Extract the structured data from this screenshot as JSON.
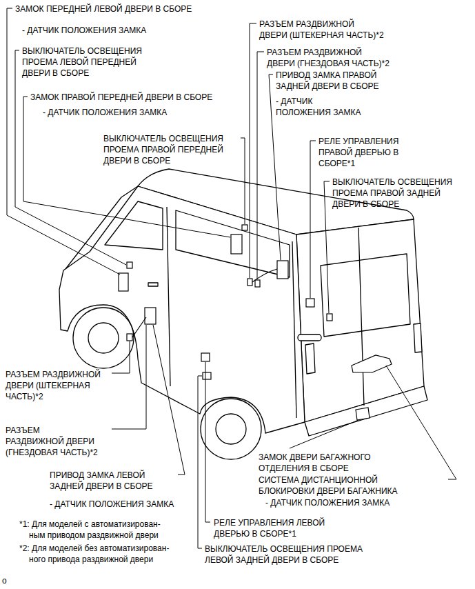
{
  "diagram": {
    "labels": [
      "ЗАМОК ПЕРЕДНЕЙ ЛЕВОЙ ДВЕРИ В СБОРЕ",
      "- ДАТЧИК ПОЛОЖЕНИЯ ЗАМКА",
      "ВЫКЛЮЧАТЕЛЬ ОСВЕЩЕНИЯ ПРОЕМА ЛЕВОЙ ПЕРЕДНЕЙ ДВЕРИ В СБОРЕ",
      "ЗАМОК ПРАВОЙ ПЕРЕДНЕЙ ДВЕРИ В СБОРЕ",
      "- ДАТЧИК ПОЛОЖЕНИЯ ЗАМКА",
      "ВЫКЛЮЧАТЕЛЬ ОСВЕЩЕНИЯ ПРОЕМА ПРАВОЙ ПЕРЕДНЕЙ ДВЕРИ В СБОРЕ",
      "РАЗЪЕМ РАЗДВИЖНОЙ ДВЕРИ (ШТЕКЕРНАЯ ЧАСТЬ)*2",
      "РАЗЪЕМ РАЗДВИЖНОЙ ДВЕРИ (ГНЕЗДОВАЯ ЧАСТЬ)*2",
      "ПРИВОД ЗАМКА ПРАВОЙ ЗАДНЕЙ ДВЕРИ В СБОРЕ",
      "- ДАТЧИК ПОЛОЖЕНИЯ ЗАМКА",
      "РЕЛЕ УПРАВЛЕНИЯ ПРАВОЙ ДВЕРЬЮ В СБОРЕ*1",
      "ВЫКЛЮЧАТЕЛЬ ОСВЕЩЕНИЯ ПРОЕМА ПРАВОЙ ЗАДНЕЙ ДВЕРИ В СБОРЕ",
      "РАЗЪЕМ РАЗДВИЖНОЙ ДВЕРИ (ШТЕКЕРНАЯ ЧАСТЬ)*2",
      "РАЗЪЕМ РАЗДВИЖНОЙ ДВЕРИ (ГНЕЗДОВАЯ ЧАСТЬ)*2",
      "ПРИВОД ЗАМКА ЛЕВОЙ ЗАДНЕЙ ДВЕРИ В СБОРЕ",
      "- ДАТЧИК ПОЛОЖЕНИЯ ЗАМКА",
      "ЗАМОК ДВЕРИ БАГАЖНОГО ОТДЕЛЕНИЯ В СБОРЕ",
      "СИСТЕМА ДИСТАНЦИОННОЙ БЛОКИРОВКИ ДВЕРИ БАГАЖНИКА",
      "- ДАТЧИК ПОЛОЖЕНИЯ ЗАМКА",
      "*1: Для моделей с автоматизирован- ным приводом раздвижной двери",
      "*2: Для моделей без автоматизирован- ного привода раздвижной двери",
      "РЕЛЕ УПРАВЛЕНИЯ ЛЕВОЙ ДВЕРЬЮ В СБОРЕ*1",
      "ВЫКЛЮЧАТЕЛЬ ОСВЕЩЕНИЯ ПРОЕМА ЛЕВОЙ ЗАДНЕЙ ДВЕРИ В СБОРЕ",
      "o"
    ]
  }
}
